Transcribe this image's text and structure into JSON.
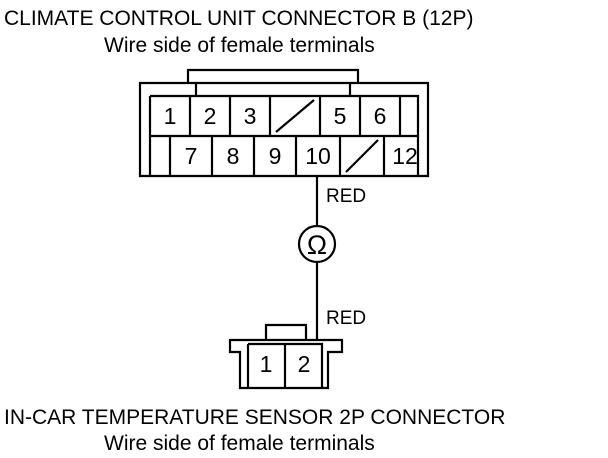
{
  "connector_b": {
    "title": "CLIMATE CONTROL UNIT CONNECTOR B (12P)",
    "subtitle": "Wire side of female terminals",
    "top_row": [
      "1",
      "2",
      "3",
      "",
      "5",
      "6"
    ],
    "bottom_row": [
      "",
      "7",
      "8",
      "9",
      "10",
      "",
      "12"
    ]
  },
  "wire_labels": {
    "upper": "RED",
    "lower": "RED"
  },
  "meter": {
    "symbol": "Ω"
  },
  "sensor_connector": {
    "title": "IN-CAR TEMPERATURE SENSOR 2P CONNECTOR",
    "subtitle": "Wire side of female terminals",
    "pins": [
      "1",
      "2"
    ]
  }
}
